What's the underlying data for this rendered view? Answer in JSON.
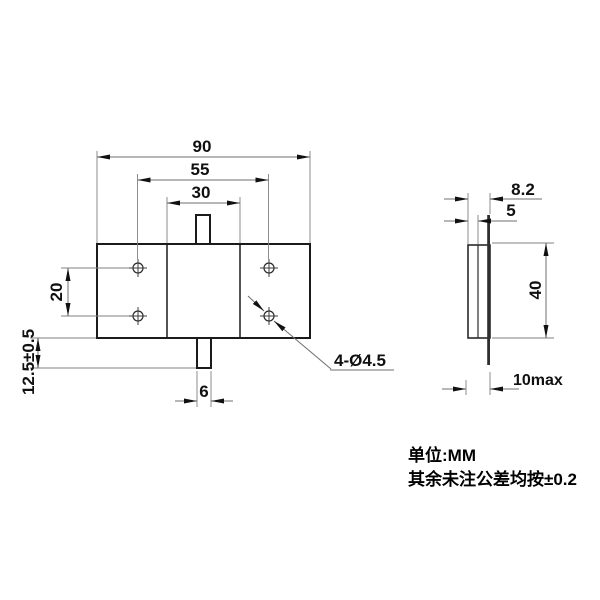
{
  "front_view": {
    "width_total": "90",
    "hole_span_width": "55",
    "center_section_width": "30",
    "hole_row_spacing": "20",
    "tab_protrusion": "12.5±0.5",
    "tab_width": "6",
    "hole_callout": "4-Ø4.5"
  },
  "side_view": {
    "overall_thickness": "8.2",
    "body_thickness": "5",
    "body_height": "40",
    "lead_length": "10max"
  },
  "notes": {
    "units_line": "单位:MM",
    "tolerance_line": "其余未注公差均按±0.2"
  },
  "colors": {
    "background": "#ffffff",
    "object_line": "#1b1b1b",
    "dimension_line": "#6f6f6f",
    "text": "#101010"
  }
}
